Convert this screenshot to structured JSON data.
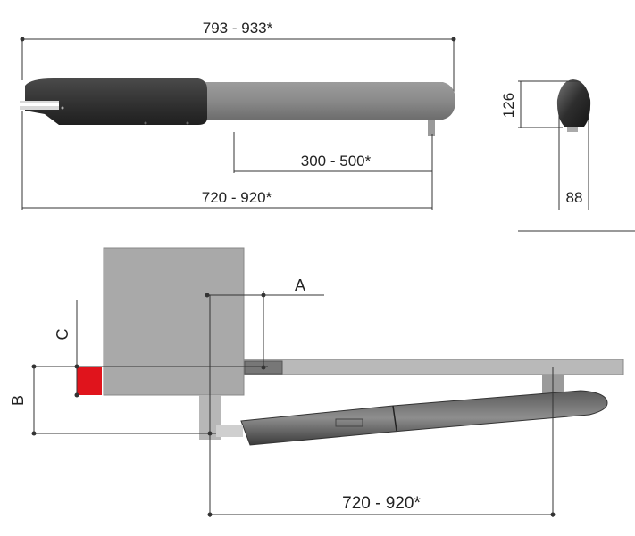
{
  "colors": {
    "motor_body": "#2f2f2f",
    "tube": "#8a8a8a",
    "pillar": "#a9a9a9",
    "gate_leaf": "#b9b9b9",
    "bracket_red": "#e0141c",
    "dim_line": "#333333"
  },
  "side_view": {
    "overall_length": "793 - 933*",
    "stroke": "300 - 500*",
    "fixing_length": "720 - 920*"
  },
  "end_view": {
    "height": "126",
    "width": "88"
  },
  "installation_plan": {
    "label_a": "A",
    "label_b": "B",
    "label_c": "C",
    "fixing_length": "720 - 920*"
  }
}
